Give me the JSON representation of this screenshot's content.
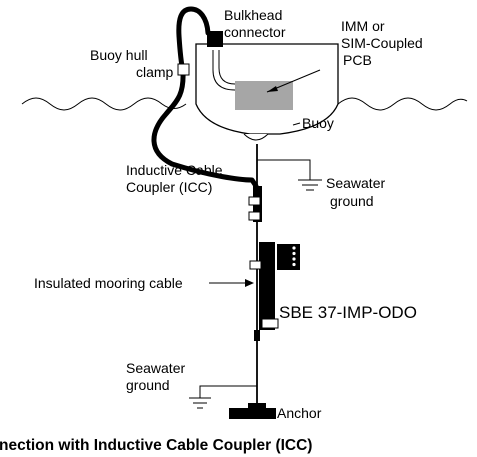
{
  "labels": {
    "bulkhead_line1": "Bulkhead",
    "bulkhead_line2": "connector",
    "pcb_line1": "IMM or",
    "pcb_line2": "SIM-Coupled",
    "pcb_line3": "PCB",
    "clamp_line1": "Buoy hull",
    "clamp_line2": "clamp",
    "buoy": "Buoy",
    "icc_line1": "Inductive Cable",
    "icc_line2": "Coupler (ICC)",
    "seawater_top_line1": "Seawater",
    "seawater_top_line2": "ground",
    "mooring_cable": "Insulated mooring cable",
    "instrument": "SBE 37-IMP-ODO",
    "seawater_bottom_line1": "Seawater",
    "seawater_bottom_line2": "ground",
    "anchor": "Anchor"
  },
  "caption": "nection with Inductive Cable Coupler (ICC)",
  "colors": {
    "line": "#000000",
    "pcb_fill": "#a6a6a6",
    "background": "#ffffff"
  }
}
